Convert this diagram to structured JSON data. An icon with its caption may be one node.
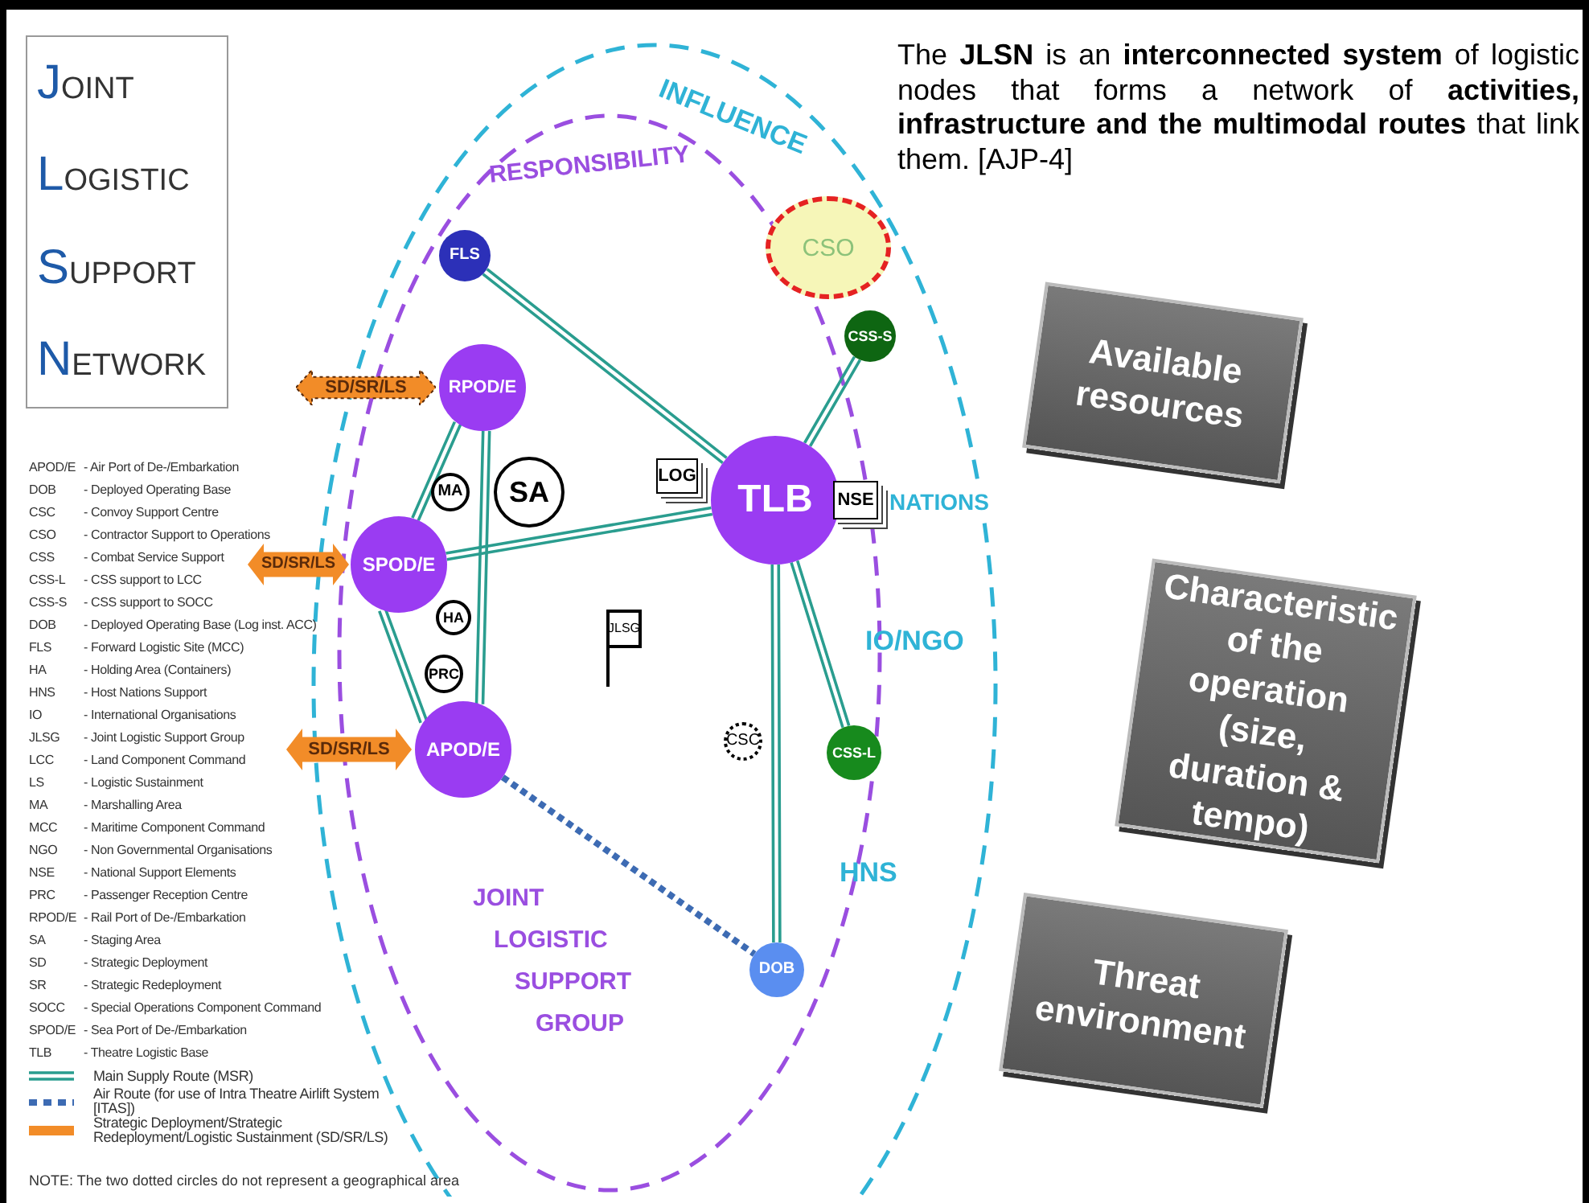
{
  "diagram": {
    "title": "JOINT LOGISTIC SUPPORT NETWORK",
    "nodes": [
      {
        "text": [
          "INFLUENCE"
        ]
      },
      {
        "text": [
          "RESPONSIBILITY"
        ],
        "in": 0
      },
      {
        "text": [
          "FLS"
        ],
        "in": 1
      },
      {
        "text": [
          "CSO"
        ],
        "in": 0
      },
      {
        "text": [
          "CSS-S"
        ],
        "in": 0
      },
      {
        "text": [
          "SD/SR/LS"
        ],
        "in": 0
      },
      {
        "text": [
          "RPOD/E"
        ],
        "in": 1
      },
      {
        "text": [
          "MA"
        ],
        "in": 1
      },
      {
        "text": [
          "SA"
        ],
        "in": 1
      },
      {
        "text": [
          "LOG"
        ],
        "in": 1
      },
      {
        "text": [
          "TLB"
        ],
        "in": 1
      },
      {
        "text": [
          "NSE"
        ],
        "in": 1
      },
      {
        "text": [
          "SD/SR/LS"
        ]
      },
      {
        "text": [
          "SPOD/E"
        ],
        "in": 1
      },
      {
        "text": [
          "HA"
        ],
        "in": 1
      },
      {
        "text": [
          "PRC"
        ],
        "in": 1
      },
      {
        "text": [
          "JLSG"
        ],
        "in": 1
      },
      {
        "text": [
          "CSC"
        ],
        "in": 1
      },
      {
        "text": [
          "CSS-L"
        ],
        "in": 1
      },
      {
        "text": [
          "SD/SR/LS"
        ],
        "in": 0
      },
      {
        "text": [
          "APOD/E"
        ],
        "in": 1
      },
      {
        "text": [
          "DOB"
        ],
        "in": 1
      },
      {
        "text": [
          "Available resources"
        ]
      },
      {
        "text": [
          "Characteristic of the operation (size, duration & tempo)"
        ]
      },
      {
        "text": [
          "Threat environment"
        ]
      }
    ],
    "edges": [
      {
        "from": 2,
        "to": 10,
        "arrow": "none"
      },
      {
        "from": 6,
        "to": 13,
        "arrow": "none"
      },
      {
        "from": 6,
        "to": 20,
        "arrow": "none"
      },
      {
        "from": 13,
        "to": 10,
        "arrow": "none"
      },
      {
        "from": 13,
        "to": 20,
        "arrow": "none"
      },
      {
        "from": 10,
        "to": 4,
        "arrow": "none"
      },
      {
        "from": 10,
        "to": 18,
        "arrow": "none"
      },
      {
        "from": 10,
        "to": 21,
        "arrow": "none"
      },
      {
        "from": 20,
        "to": 21,
        "arrow": "none",
        "style": "dashed",
        "color": "#3d6bb3"
      }
    ],
    "labels": [
      "The **JLSN** is an **interconnected system** of logistic nodes that forms a network of **activities, infrastructure and the multimodal routes** that link them. [AJP-4]",
      "NATIONS",
      "IO/NGO",
      "HNS",
      "JOINT LOGISTIC SUPPORT GROUP",
      "APOD/E",
      "- Air Port of De-/Embarkation",
      "DOB",
      "- Deployed Operating Base",
      "CSC",
      "- Convoy Support Centre",
      "CSO",
      "- Contractor Support to Operations",
      "CSS",
      "- Combat Service Support",
      "CSS-L",
      "- CSS support to LCC",
      "CSS-S",
      "- CSS support to SOCC",
      "DOB",
      "- Deployed Operating Base (Log inst. ACC)",
      "FLS",
      "- Forward Logistic Site (MCC)",
      "HA",
      "- Holding Area (Containers)",
      "HNS",
      "- Host Nations Support",
      "IO",
      "- International Organisations",
      "JLSG",
      "- Joint Logistic Support Group",
      "LCC",
      "- Land Component Command",
      "LS",
      "- Logistic Sustainment",
      "MA",
      "- Marshalling Area",
      "MCC",
      "- Maritime Component Command",
      "NGO",
      "- Non Governmental Organisations",
      "NSE",
      "- National Support Elements",
      "PRC",
      "- Passenger Reception Centre",
      "RPOD/E",
      "- Rail Port of De-/Embarkation",
      "SA",
      "- Staging Area",
      "SD",
      "- Strategic Deployment",
      "SR",
      "- Strategic Redeployment",
      "SOCC",
      "- Special Operations Component Command",
      "SPOD/E",
      "- Sea Port of De-/Embarkation",
      "TLB",
      "- Theatre Logistic Base",
      "NOTE: The two dotted circles do not represent a geographical area"
    ],
    "legend": [
      {
        "text": "Main Supply Route (MSR)"
      },
      {
        "text": "Air Route (for use of Intra Theatre Airlift System [ITAS])"
      },
      {
        "text": "Strategic Deployment/Strategic Redeployment/Logistic Sustainment (SD/SR/LS)",
        "color": "#f28c28"
      }
    ]
  }
}
